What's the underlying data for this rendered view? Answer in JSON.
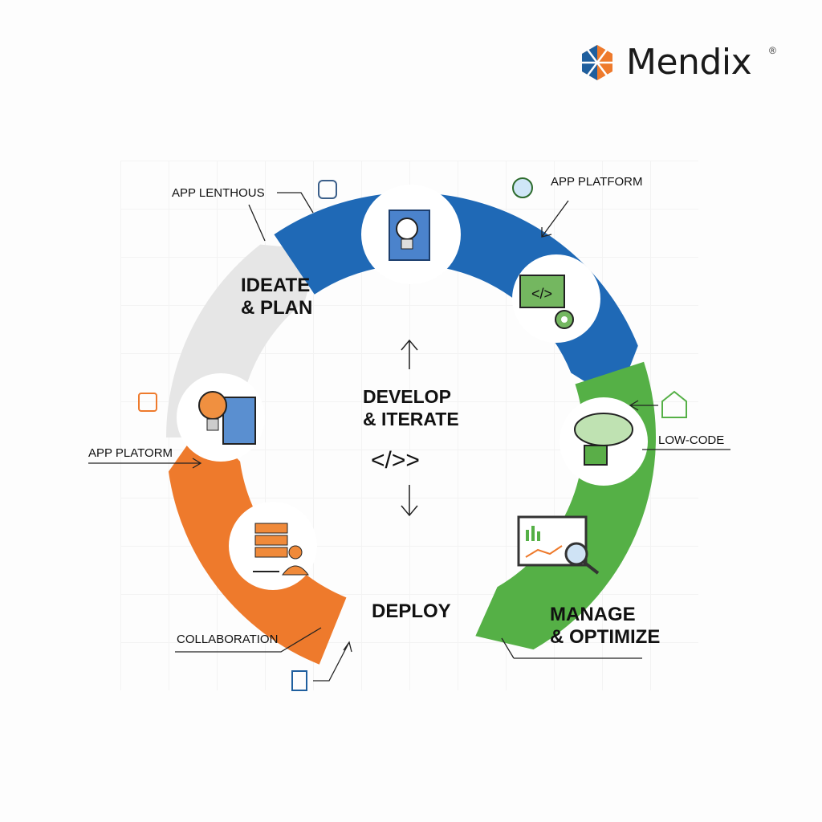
{
  "brand": {
    "name": "Mendix",
    "registered": "®"
  },
  "stages": {
    "ideate": "IDEATE\n& PLAN",
    "develop": "DEVELOP\n& ITERATE",
    "develop_code": "</>>",
    "deploy": "DEPLOY",
    "manage": "MANAGE\n& OPTIMIZE"
  },
  "callouts": {
    "app_lenthous": "APP LENTHOUS",
    "app_platform_top": "APP PLATFORM",
    "low_code": "LOW-CODE",
    "app_platorm_left": "APP PLATORM",
    "collaboration": "COLLABORATION"
  },
  "colors": {
    "blue": "#1f69b6",
    "green": "#55b046",
    "orange": "#ee7a2c",
    "gray": "#e6e6e6"
  }
}
